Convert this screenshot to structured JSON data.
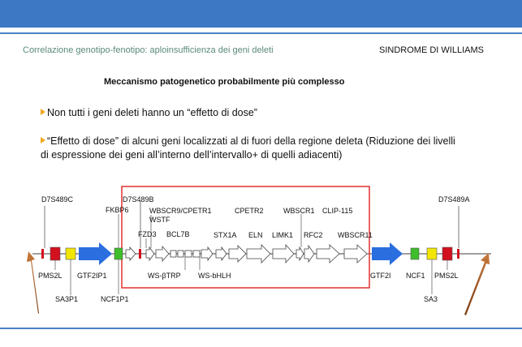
{
  "header": {
    "subtitle": "Correlazione genotipo-fenotipo: aploinsufficienza dei geni deleti",
    "syndrome": "SINDROME DI WILLIAMS"
  },
  "main": {
    "heading": "Meccanismo patogenetico probabilmente più complesso",
    "bullets": [
      "Non tutti i geni deleti hanno un “effetto di dose”",
      "“Effetto di dose” di alcuni geni localizzati al di fuori della regione deleta (Riduzione dei livelli di espressione dei geni all’interno dell’intervallo+ di quelli adiacenti)"
    ]
  },
  "diagram": {
    "labels": {
      "d7s489c": "D7S489C",
      "d7s489b": "D7S489B",
      "d7s489a": "D7S489A",
      "fkbp6": "FKBP6",
      "fzd3": "FZD3",
      "wbscr9": "WBSCR9/CPETR1",
      "wstf": "WSTF",
      "bcl7b": "BCL7B",
      "stx1a": "STX1A",
      "cpetr2": "CPETR2",
      "eln": "ELN",
      "limk1": "LIMK1",
      "wbscr1": "WBSCR1",
      "clip115": "CLIP-115",
      "rfc2": "RFC2",
      "wbscr11": "WBSCR11",
      "pms2l_left": "PMS2L",
      "gtf2ip1": "GTF2IP1",
      "sa3p1": "SA3P1",
      "ncf1p1": "NCF1P1",
      "wsbtrp": "WS-βTRP",
      "wsbhlh": "WS-bHLH",
      "gtf2i": "GTF2I",
      "ncf1": "NCF1",
      "pms2l_right": "PMS2L",
      "sa3": "SA3"
    },
    "colors": {
      "header_blue": "#3d78c4",
      "delete_box": "#e23030",
      "red_gene": "#d2101e",
      "yellow_gene": "#f2e600",
      "green_gene": "#3ebe2a",
      "blue_arrow": "#2a6ee0",
      "brown_arrow": "#b8652a",
      "bullet_mark": "#f2a81c"
    }
  }
}
